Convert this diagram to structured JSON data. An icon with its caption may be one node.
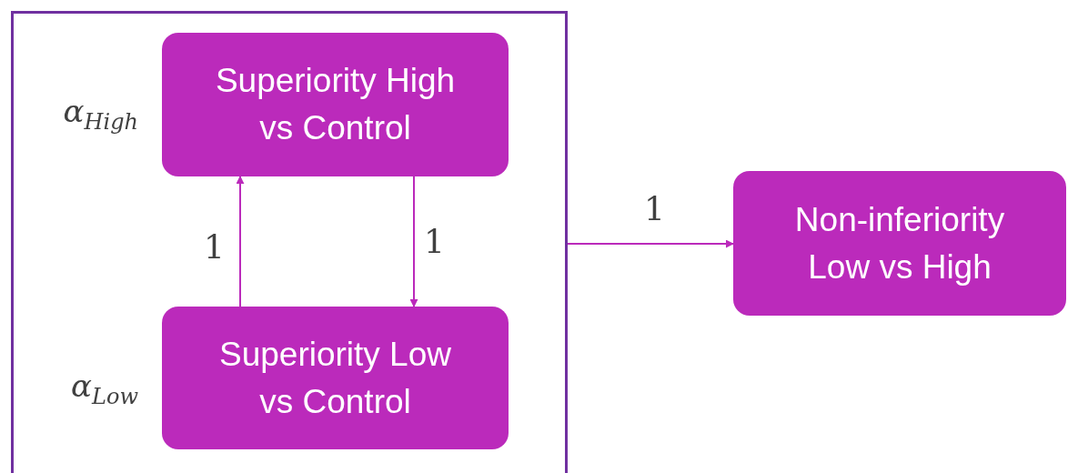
{
  "diagram": {
    "nodes": [
      {
        "text": [],
        "shape": "box"
      },
      {
        "text": [
          "Superiority High vs Control"
        ],
        "in": 0,
        "beside": [
          "α$_{High}$"
        ]
      },
      {
        "text": [
          "Superiority Low vs Control"
        ],
        "in": 0,
        "beside": [
          "α$_{Low}$"
        ]
      },
      {
        "text": [
          "Non-inferiority Low vs High"
        ]
      }
    ],
    "edges": [
      {
        "from": 2,
        "to": 1,
        "arrow": "to",
        "label": "1"
      },
      {
        "from": 1,
        "to": 2,
        "arrow": "to",
        "label": "1"
      },
      {
        "from": 0,
        "to": 3,
        "arrow": "to",
        "label": "1"
      }
    ]
  }
}
